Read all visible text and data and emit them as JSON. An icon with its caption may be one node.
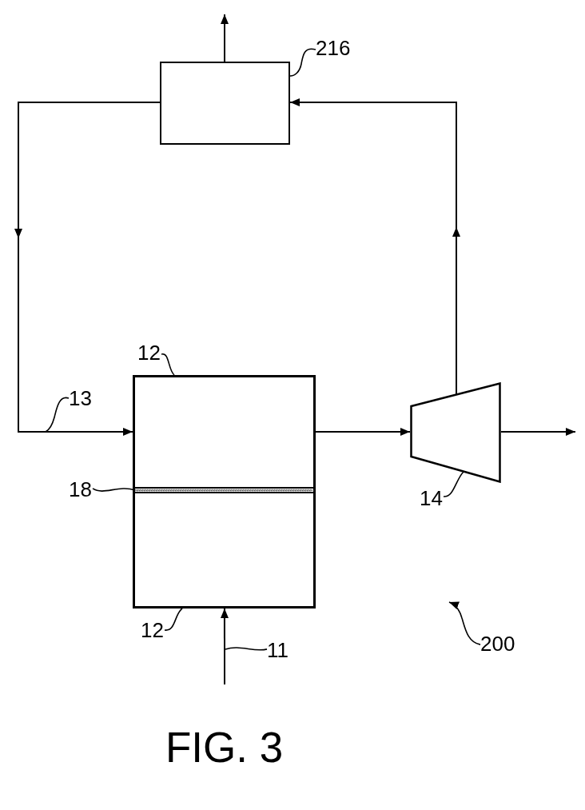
{
  "diagram": {
    "caption": "FIG. 3",
    "nodes": [
      {
        "text": [
          "216"
        ]
      },
      {
        "text": [],
        "shape": "box"
      },
      {
        "text": [
          "12"
        ]
      },
      {
        "text": [
          "13"
        ]
      },
      {
        "text": [],
        "shape": "box"
      },
      {
        "text": [],
        "shape": "bar",
        "in": 4
      },
      {
        "text": [
          "18"
        ]
      },
      {
        "text": [],
        "shape": "trapezoid"
      },
      {
        "text": [
          "14"
        ]
      },
      {
        "text": [
          "12"
        ]
      },
      {
        "text": [
          "11"
        ]
      },
      {
        "text": [
          "200"
        ]
      }
    ],
    "edges": [
      {
        "from": 1,
        "to": null,
        "arrow": "to"
      },
      {
        "from": 1,
        "to": 4,
        "arrow": "to"
      },
      {
        "from": null,
        "to": 4,
        "arrow": "to"
      },
      {
        "from": 4,
        "to": 7,
        "arrow": "to"
      },
      {
        "from": 7,
        "to": null,
        "arrow": "to"
      },
      {
        "from": 7,
        "to": 1,
        "arrow": "to"
      },
      {
        "from": 0,
        "to": 1,
        "arrow": "none"
      },
      {
        "from": 2,
        "to": 4,
        "arrow": "none"
      },
      {
        "from": 3,
        "to": null,
        "arrow": "none"
      },
      {
        "from": 6,
        "to": 5,
        "arrow": "none"
      },
      {
        "from": 8,
        "to": 7,
        "arrow": "none"
      },
      {
        "from": 9,
        "to": 4,
        "arrow": "none"
      },
      {
        "from": 10,
        "to": null,
        "arrow": "none"
      },
      {
        "from": 11,
        "to": null,
        "arrow": "to"
      }
    ]
  }
}
